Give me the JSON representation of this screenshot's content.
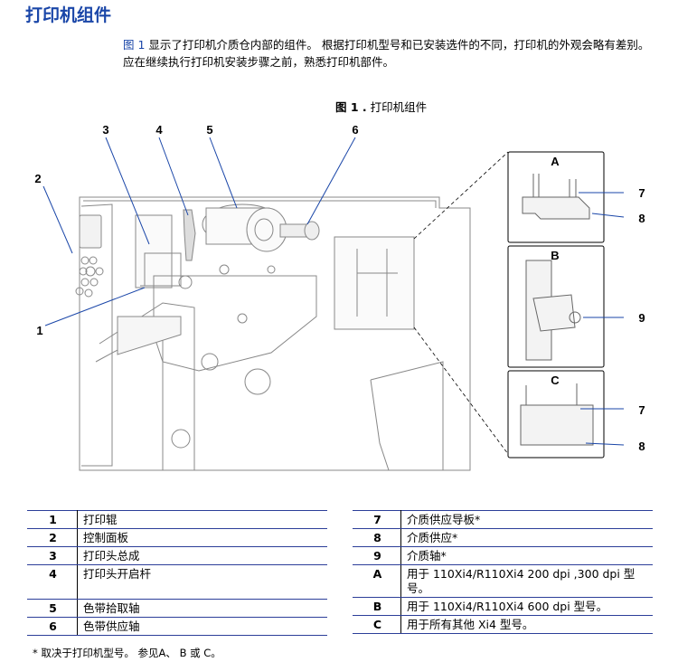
{
  "page": {
    "title": "打印机组件",
    "intro_ref": "图 1",
    "intro_text": " 显示了打印机介质仓内部的组件。 根据打印机型号和已安装选件的不同，打印机的外观会略有差别。 应在继续执行打印机安装步骤之前，熟悉打印机部件。"
  },
  "figure": {
    "caption_label": "图 1 .",
    "caption_text": " 打印机组件",
    "callouts": [
      "1",
      "2",
      "3",
      "4",
      "5",
      "6",
      "7",
      "8",
      "9",
      "A",
      "B",
      "C"
    ],
    "detail_panels": [
      {
        "letter": "A",
        "callouts": [
          "7",
          "8"
        ]
      },
      {
        "letter": "B",
        "callouts": [
          "9"
        ]
      },
      {
        "letter": "C",
        "callouts": [
          "7",
          "8"
        ]
      }
    ]
  },
  "legend_left": [
    {
      "key": "1",
      "label": "打印辊"
    },
    {
      "key": "2",
      "label": "控制面板"
    },
    {
      "key": "3",
      "label": "打印头总成"
    },
    {
      "key": "4",
      "label": "打印头开启杆"
    },
    {
      "key": "5",
      "label": "色带拾取轴"
    },
    {
      "key": "6",
      "label": "色带供应轴"
    }
  ],
  "legend_right": [
    {
      "key": "7",
      "label": "介质供应导板*"
    },
    {
      "key": "8",
      "label": "介质供应*"
    },
    {
      "key": "9",
      "label": "介质轴*"
    },
    {
      "key": "A",
      "label": "用于 110Xi4/R110Xi4 200 dpi ,300 dpi 型号。"
    },
    {
      "key": "B",
      "label": "用于 110Xi4/R110Xi4 600 dpi 型号。"
    },
    {
      "key": "C",
      "label": "用于所有其他 Xi4 型号。"
    }
  ],
  "footnote": "*  取决于打印机型号。 参见A、 B 或 C。"
}
